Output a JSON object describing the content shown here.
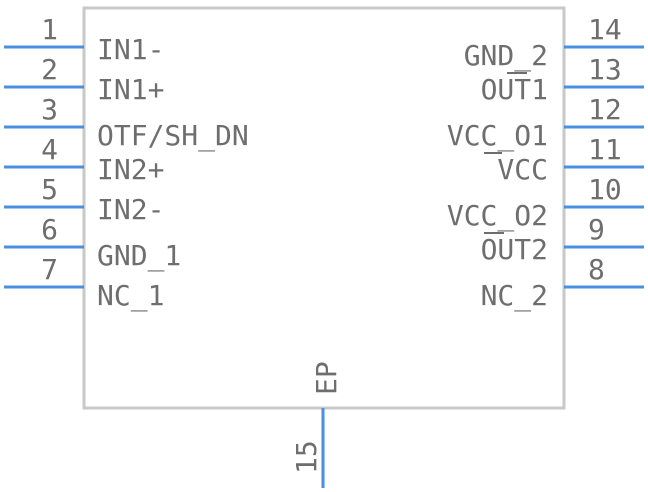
{
  "component": {
    "exposed_pad": "EP",
    "left_pins": [
      {
        "number": "1",
        "name": "IN1-"
      },
      {
        "number": "2",
        "name": "IN1+"
      },
      {
        "number": "3",
        "name": "OTF/SH_DN"
      },
      {
        "number": "4",
        "name": "IN2+"
      },
      {
        "number": "5",
        "name": "IN2-"
      },
      {
        "number": "6",
        "name": "GND_1"
      },
      {
        "number": "7",
        "name": "NC_1"
      }
    ],
    "right_pins": [
      {
        "number": "14",
        "name": "GND_2"
      },
      {
        "number": "13",
        "name": "OUT1"
      },
      {
        "number": "12",
        "name": "VCC_O1"
      },
      {
        "number": "11",
        "name": "VCC"
      },
      {
        "number": "10",
        "name": "VCC_O2"
      },
      {
        "number": "9",
        "name": "OUT2"
      },
      {
        "number": "8",
        "name": "NC_2"
      }
    ],
    "bottom_pin": {
      "number": "15"
    }
  }
}
